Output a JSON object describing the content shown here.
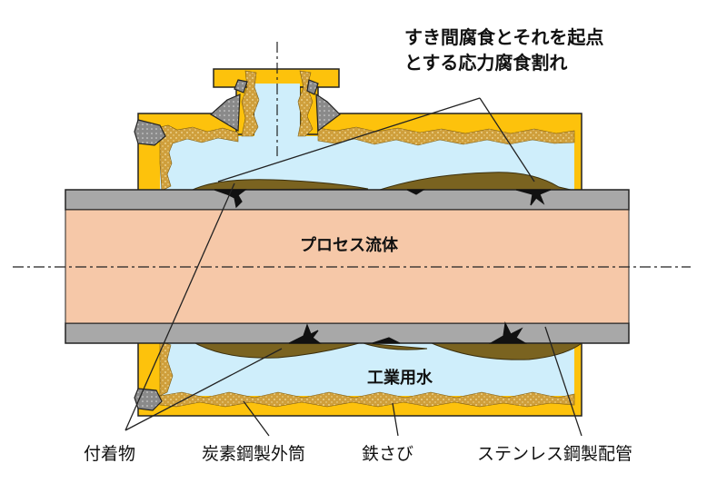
{
  "labels": {
    "title_line1": "すき間腐食とそれを起点",
    "title_line2": "とする応力腐食割れ",
    "process_fluid": "プロセス流体",
    "industrial_water": "工業用水",
    "deposit": "付着物",
    "carbon_steel_shell": "炭素鋼製外筒",
    "rust": "鉄さび",
    "stainless_pipe": "ステンレス鋼製配管"
  },
  "colors": {
    "outer_shell": "#fdc20c",
    "water": "#cfeefb",
    "pipe_wall": "#a8a8a8",
    "process_fluid": "#f6c8a8",
    "rust": "#cf9f3c",
    "deposit": "#7a6320",
    "crack": "#111111",
    "gasket": "#8a8a8a"
  }
}
